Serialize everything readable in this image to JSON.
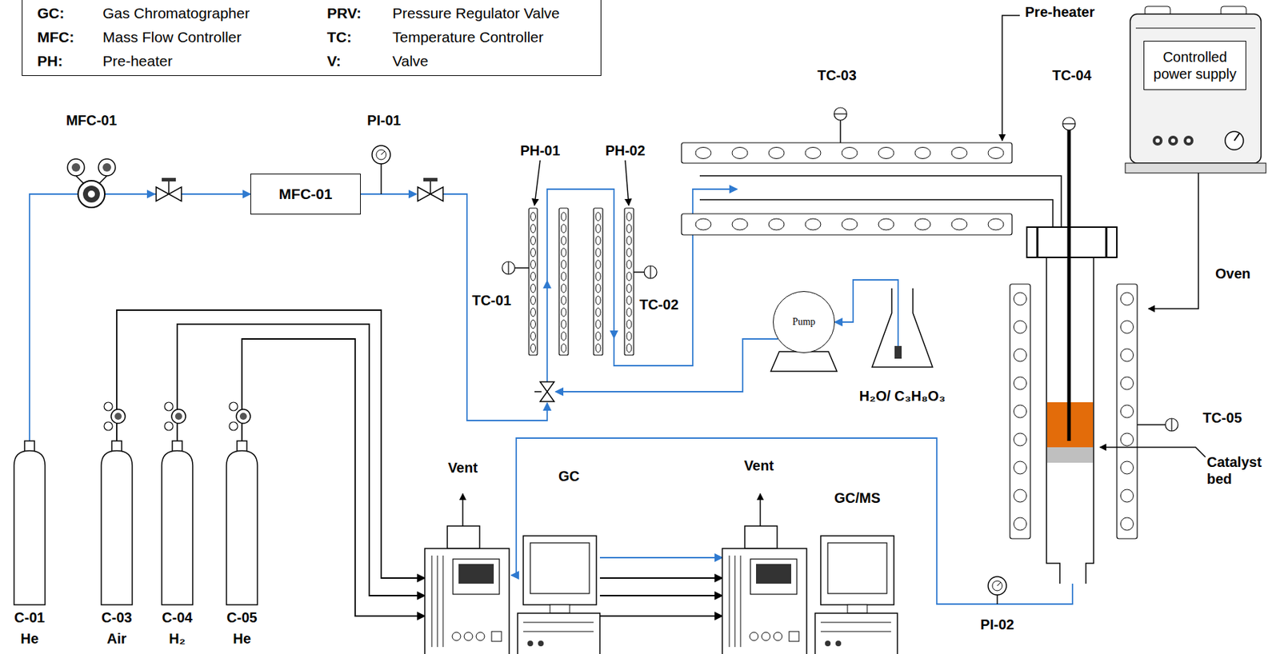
{
  "diagram": {
    "nodes": [
      {
        "text": [
          "GC:",
          "Gas Chromatographer",
          "PRV:",
          "Pressure Regulator Valve",
          "MFC:",
          "Mass Flow Controller",
          "TC:",
          "Temperature Controller",
          "PH:",
          "Pre-heater",
          "V:",
          "Valve"
        ]
      },
      {
        "text": [
          "MFC-01"
        ]
      },
      {
        "text": [
          "Controlled power supply"
        ]
      },
      {
        "text": [
          "Pump"
        ]
      },
      {
        "text": [
          "H₂O/ C₃H₈O₃"
        ]
      },
      {
        "text": [
          "C-01",
          "He"
        ]
      },
      {
        "text": [
          "C-03",
          "Air"
        ]
      },
      {
        "text": [
          "C-04",
          "H₂"
        ]
      },
      {
        "text": [
          "C-05",
          "He"
        ]
      },
      {
        "text": [
          "GC"
        ]
      },
      {
        "text": [
          "GC/MS"
        ]
      }
    ],
    "edges": [
      {
        "from": 5,
        "to": 1,
        "arrow": "to"
      },
      {
        "from": 6,
        "to": 9,
        "arrow": "to"
      },
      {
        "from": 7,
        "to": 9,
        "arrow": "to"
      },
      {
        "from": 8,
        "to": 9,
        "arrow": "to"
      },
      {
        "from": 4,
        "to": 3,
        "arrow": "to"
      },
      {
        "from": 9,
        "to": 10,
        "arrow": "to"
      },
      {
        "from": 9,
        "to": 10,
        "arrow": "to"
      },
      {
        "from": 9,
        "to": 10,
        "arrow": "to"
      },
      {
        "from": 9,
        "to": 10,
        "arrow": "to"
      }
    ],
    "labels": [
      "MFC-01",
      "PI-01",
      "PH-01",
      "PH-02",
      "TC-01",
      "TC-02",
      "TC-03",
      "Pre-heater",
      "TC-04",
      "Oven",
      "TC-05",
      "Catalyst bed",
      "Vent",
      "Vent",
      "PI-02"
    ]
  }
}
